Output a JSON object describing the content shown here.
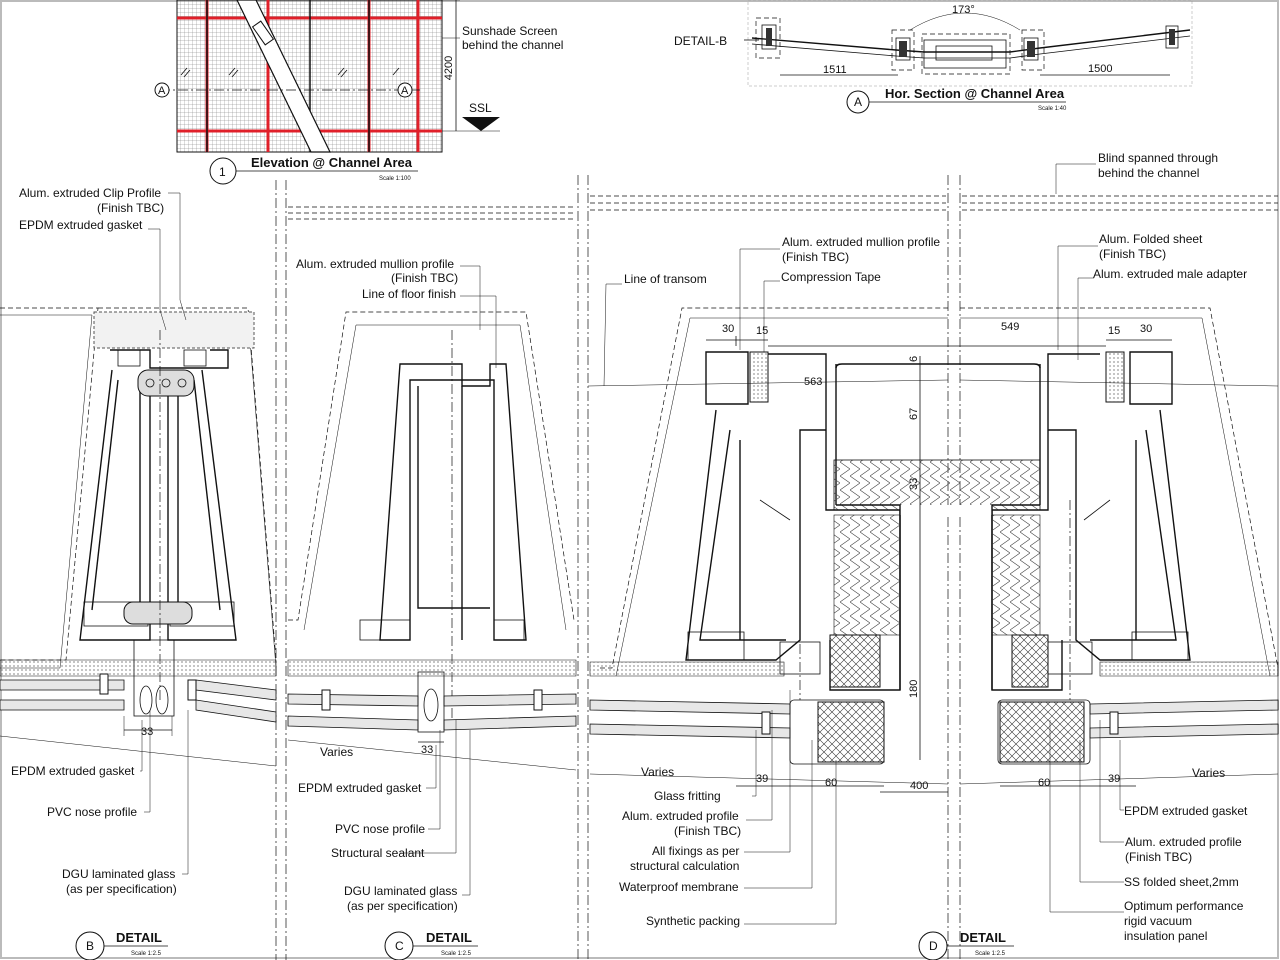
{
  "elevation": {
    "title": "Elevation @ Channel Area",
    "number": "1",
    "scale": "Scale 1:100",
    "sunshade_label": [
      "Sunshade Screen",
      "behind the channel"
    ],
    "height_dim": "4200",
    "ssl_label": "SSL",
    "section_marker": "A"
  },
  "hor_section": {
    "title": "Hor. Section @ Channel Area",
    "marker": "A",
    "scale": "Scale 1:40",
    "detail_b_tag": "DETAIL-B",
    "angle": "173°",
    "dim_left": "1511",
    "dim_right": "1500"
  },
  "detail_b": {
    "marker": "B",
    "title": "DETAIL",
    "scale": "Scale 1:2.5",
    "labels": {
      "clip_profile": "Alum. extruded Clip Profile",
      "clip_finish": "(Finish TBC)",
      "epdm_top": "EPDM extruded gasket",
      "epdm_bottom": "EPDM extruded gasket",
      "pvc_nose": "PVC nose profile",
      "dgu_1": "DGU laminated glass",
      "dgu_2": "(as per specification)"
    },
    "dim_33": "33"
  },
  "detail_c": {
    "marker": "C",
    "title": "DETAIL",
    "scale": "Scale 1:2.5",
    "labels": {
      "mullion": "Alum. extruded mullion profile",
      "mullion_finish": "(Finish TBC)",
      "floor_finish": "Line of floor finish",
      "epdm": "EPDM extruded gasket",
      "pvc_nose": "PVC nose profile",
      "sealant": "Structural sealant",
      "dgu_1": "DGU laminated glass",
      "dgu_2": "(as per specification)",
      "varies": "Varies"
    },
    "dim_33": "33"
  },
  "detail_d": {
    "marker": "D",
    "title": "DETAIL",
    "scale": "Scale 1:2.5",
    "labels": {
      "transom": "Line of transom",
      "mullion": "Alum. extruded mullion profile",
      "mullion_finish": "(Finish TBC)",
      "compression_tape": "Compression Tape",
      "blind_1": "Blind spanned through",
      "blind_2": "behind the channel",
      "folded_sheet": "Alum. Folded sheet",
      "folded_finish": "(Finish TBC)",
      "male_adapter": "Alum. extruded male adapter",
      "varies_left": "Varies",
      "varies_right": "Varies",
      "glass_fritting": "Glass fritting",
      "profile_left": "Alum. extruded profile",
      "profile_left_finish": "(Finish TBC)",
      "fixings_1": "All fixings as per",
      "fixings_2": "structural calculation",
      "membrane": "Waterproof membrane",
      "packing": "Synthetic packing",
      "epdm_right": "EPDM extruded gasket",
      "profile_right": "Alum. extruded profile",
      "profile_right_finish": "(Finish TBC)",
      "ss_sheet": "SS folded sheet,2mm",
      "insul_1": "Optimum performance",
      "insul_2": "rigid vacuum",
      "insul_3": "insulation panel"
    },
    "dims": {
      "d30_left": "30",
      "d15_left": "15",
      "d549": "549",
      "d15_right": "15",
      "d30_right": "30",
      "d563": "563",
      "d6": "6",
      "d67": "67",
      "d33": "33",
      "d180": "180",
      "d39_left": "39",
      "d60_left": "60",
      "d400": "400",
      "d60_right": "60",
      "d39_right": "39"
    }
  }
}
